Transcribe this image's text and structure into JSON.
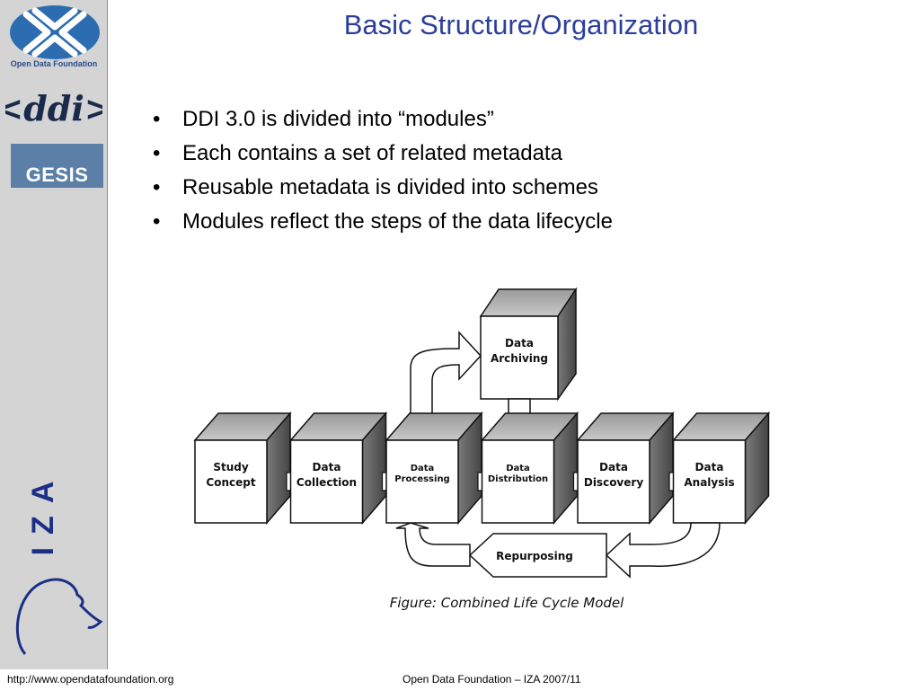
{
  "sidebar": {
    "odf_caption": "Open Data Foundation",
    "ddi_logo_text": "<ddi>",
    "gesis_label": "GESIS",
    "iza_text": "IZA"
  },
  "slide": {
    "title": "Basic Structure/Organization",
    "bullets": [
      "DDI 3.0 is divided into “modules”",
      "Each contains a set of related metadata",
      "Reusable metadata is divided into schemes",
      "Modules reflect the steps of the data lifecycle"
    ]
  },
  "diagram": {
    "boxes": [
      {
        "line1": "Study",
        "line2": "Concept"
      },
      {
        "line1": "Data",
        "line2": "Collection"
      },
      {
        "line1": "Data",
        "line2": "Processing"
      },
      {
        "line1": "Data",
        "line2": "Distribution"
      },
      {
        "line1": "Data",
        "line2": "Discovery"
      },
      {
        "line1": "Data",
        "line2": "Analysis"
      }
    ],
    "archiving": {
      "line1": "Data",
      "line2": "Archiving"
    },
    "repurposing_label": "Repurposing",
    "caption": "Figure: Combined Life Cycle Model"
  },
  "footer": {
    "url": "http://www.opendatafoundation.org",
    "center": "Open Data Foundation – IZA 2007/11"
  }
}
